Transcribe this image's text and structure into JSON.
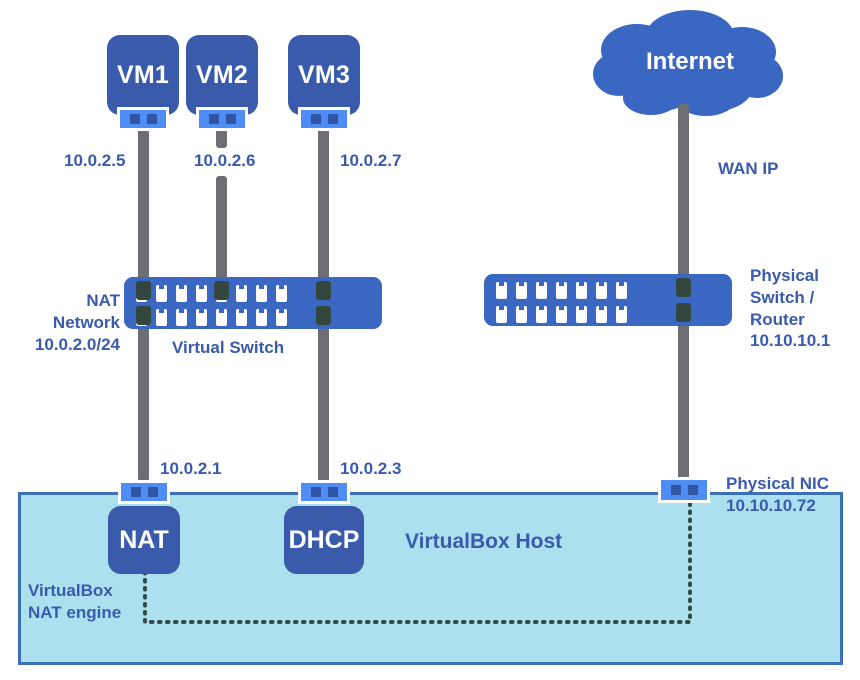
{
  "diagram": {
    "title": "VirtualBox NAT Network topology",
    "colors": {
      "node_blue": "#3a5bab",
      "switch_blue": "#3a67c2",
      "nic_blue": "#4f8df5",
      "host_fill": "#ace0ef",
      "host_border": "#3d6fb4",
      "cable_gray": "#6d6e71",
      "plug_dark": "#33473f",
      "text_blue": "#3a5bab",
      "cloud_blue": "#3a67c2",
      "white": "#ffffff"
    }
  },
  "vms": [
    {
      "name": "VM1",
      "ip": "10.0.2.5",
      "nic_icon": "nic-port-icon"
    },
    {
      "name": "VM2",
      "ip": "10.0.2.6",
      "nic_icon": "nic-port-icon"
    },
    {
      "name": "VM3",
      "ip": "10.0.2.7",
      "nic_icon": "nic-port-icon"
    }
  ],
  "virtual_switch": {
    "label": "Virtual Switch",
    "icon": "switch-icon",
    "port_pairs": 6
  },
  "nat_network": {
    "label": "NAT\nNetwork\n10.0.2.0/24",
    "name": "NAT Network",
    "cidr": "10.0.2.0/24"
  },
  "physical_switch": {
    "label": "Physical\nSwitch /\nRouter\n10.10.10.1",
    "name": "Physical Switch / Router",
    "ip": "10.10.10.1",
    "icon": "switch-icon",
    "port_pairs": 7
  },
  "internet": {
    "label": "Internet",
    "icon": "cloud-icon"
  },
  "wan": {
    "label": "WAN IP"
  },
  "host": {
    "label": "VirtualBox Host",
    "engine_label": "VirtualBox\nNAT engine"
  },
  "services": [
    {
      "name": "NAT",
      "ip": "10.0.2.1",
      "nic_icon": "nic-port-icon"
    },
    {
      "name": "DHCP",
      "ip": "10.0.2.3",
      "nic_icon": "nic-port-icon"
    }
  ],
  "physical_nic": {
    "label": "Physical NIC\n10.10.10.72",
    "name": "Physical NIC",
    "ip": "10.10.10.72",
    "nic_icon": "nic-port-icon"
  }
}
